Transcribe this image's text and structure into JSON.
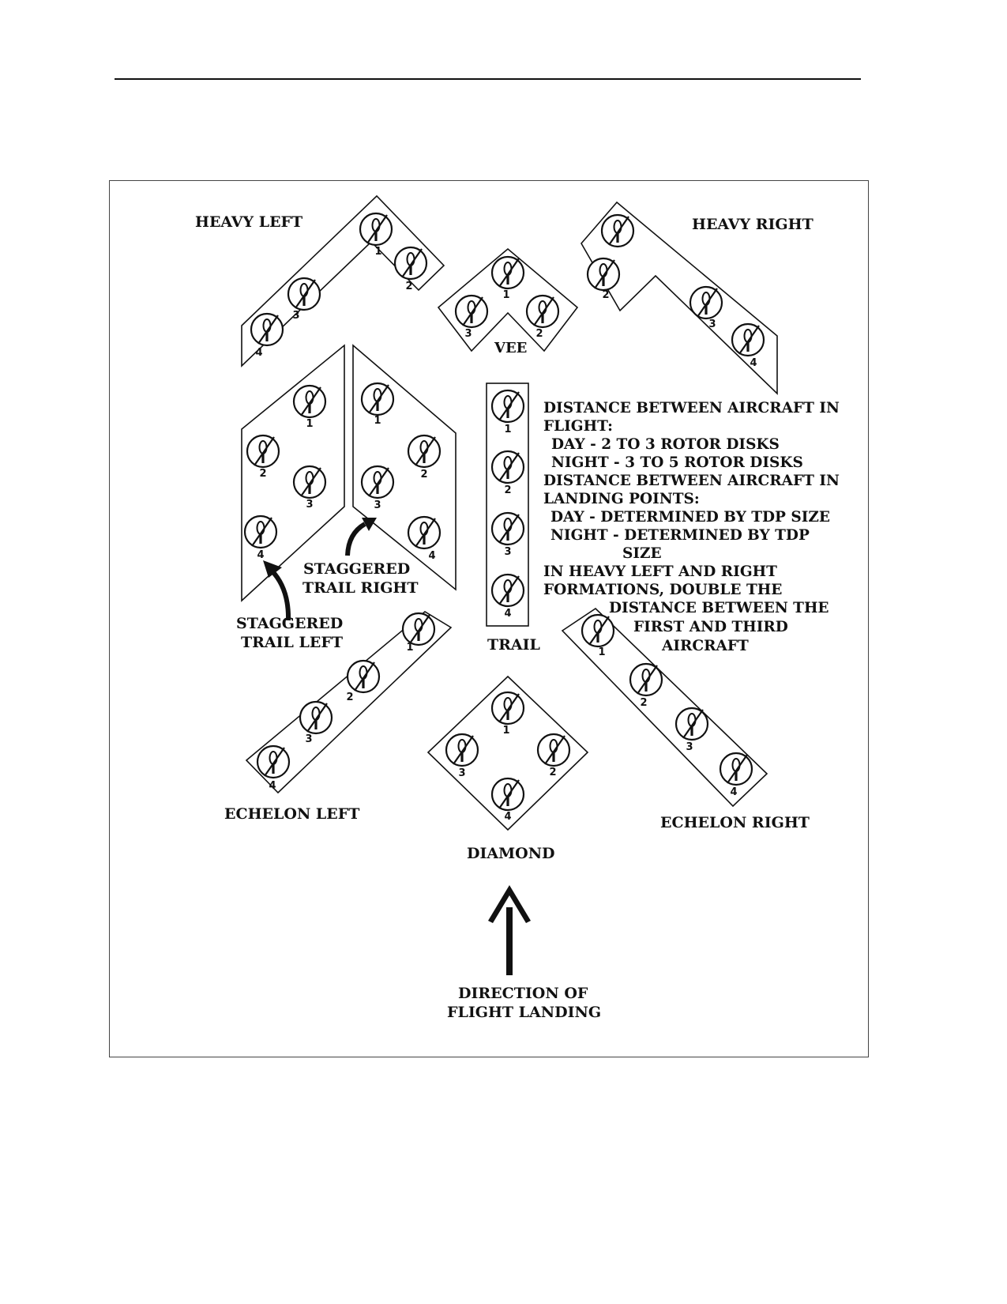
{
  "formations": {
    "heavy_left": "HEAVY LEFT",
    "heavy_right": "HEAVY RIGHT",
    "vee": "VEE",
    "staggered_trail_left": [
      "STAGGERED",
      "TRAIL LEFT"
    ],
    "staggered_trail_right": [
      "STAGGERED",
      "TRAIL RIGHT"
    ],
    "trail": "TRAIL",
    "echelon_left": "ECHELON LEFT",
    "echelon_right": "ECHELON RIGHT",
    "diamond": "DIAMOND"
  },
  "aircraft_numbers": [
    "1",
    "2",
    "3",
    "4"
  ],
  "notes": [
    "DISTANCE BETWEEN AIRCRAFT IN",
    "FLIGHT:",
    "DAY - 2 TO 3 ROTOR DISKS",
    "NIGHT - 3 TO 5 ROTOR DISKS",
    "DISTANCE BETWEEN AIRCRAFT IN",
    "LANDING POINTS:",
    "DAY - DETERMINED BY TDP SIZE",
    "NIGHT - DETERMINED BY TDP",
    "SIZE",
    "IN HEAVY LEFT AND RIGHT",
    "FORMATIONS, DOUBLE THE",
    "DISTANCE BETWEEN THE",
    "FIRST AND THIRD",
    "AIRCRAFT"
  ],
  "direction": [
    "DIRECTION OF",
    "FLIGHT LANDING"
  ],
  "icons": {
    "aircraft": "helicopter-rotor-disk-icon",
    "arrow": "curved-arrow-icon",
    "direction": "up-arrow-icon"
  }
}
